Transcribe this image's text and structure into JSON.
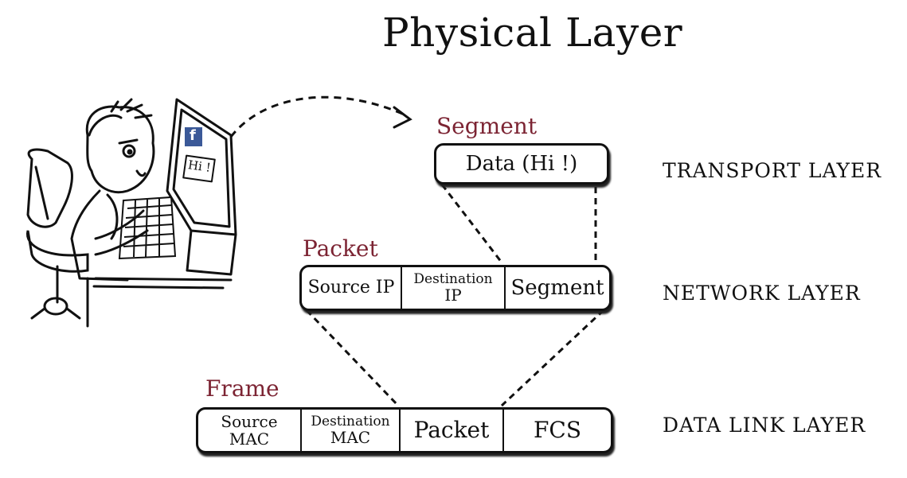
{
  "title": "Physical Layer",
  "illustration": {
    "screen_logo": "f",
    "screen_message": "Hi !"
  },
  "segment": {
    "label": "Segment",
    "data": "Data (Hi !)",
    "layer": "TRANSPORT LAYER"
  },
  "packet": {
    "label": "Packet",
    "source_ip": "Source IP",
    "dest_ip_line1": "Destination",
    "dest_ip_line2": "IP",
    "segment": "Segment",
    "layer": "NETWORK LAYER"
  },
  "frame": {
    "label": "Frame",
    "source_mac_line1": "Source",
    "source_mac_line2": "MAC",
    "dest_mac_line1": "Destination",
    "dest_mac_line2": "MAC",
    "packet": "Packet",
    "fcs": "FCS",
    "layer": "DATA LINK LAYER"
  },
  "colors": {
    "label": "#7c2433",
    "facebook": "#3b5998"
  }
}
